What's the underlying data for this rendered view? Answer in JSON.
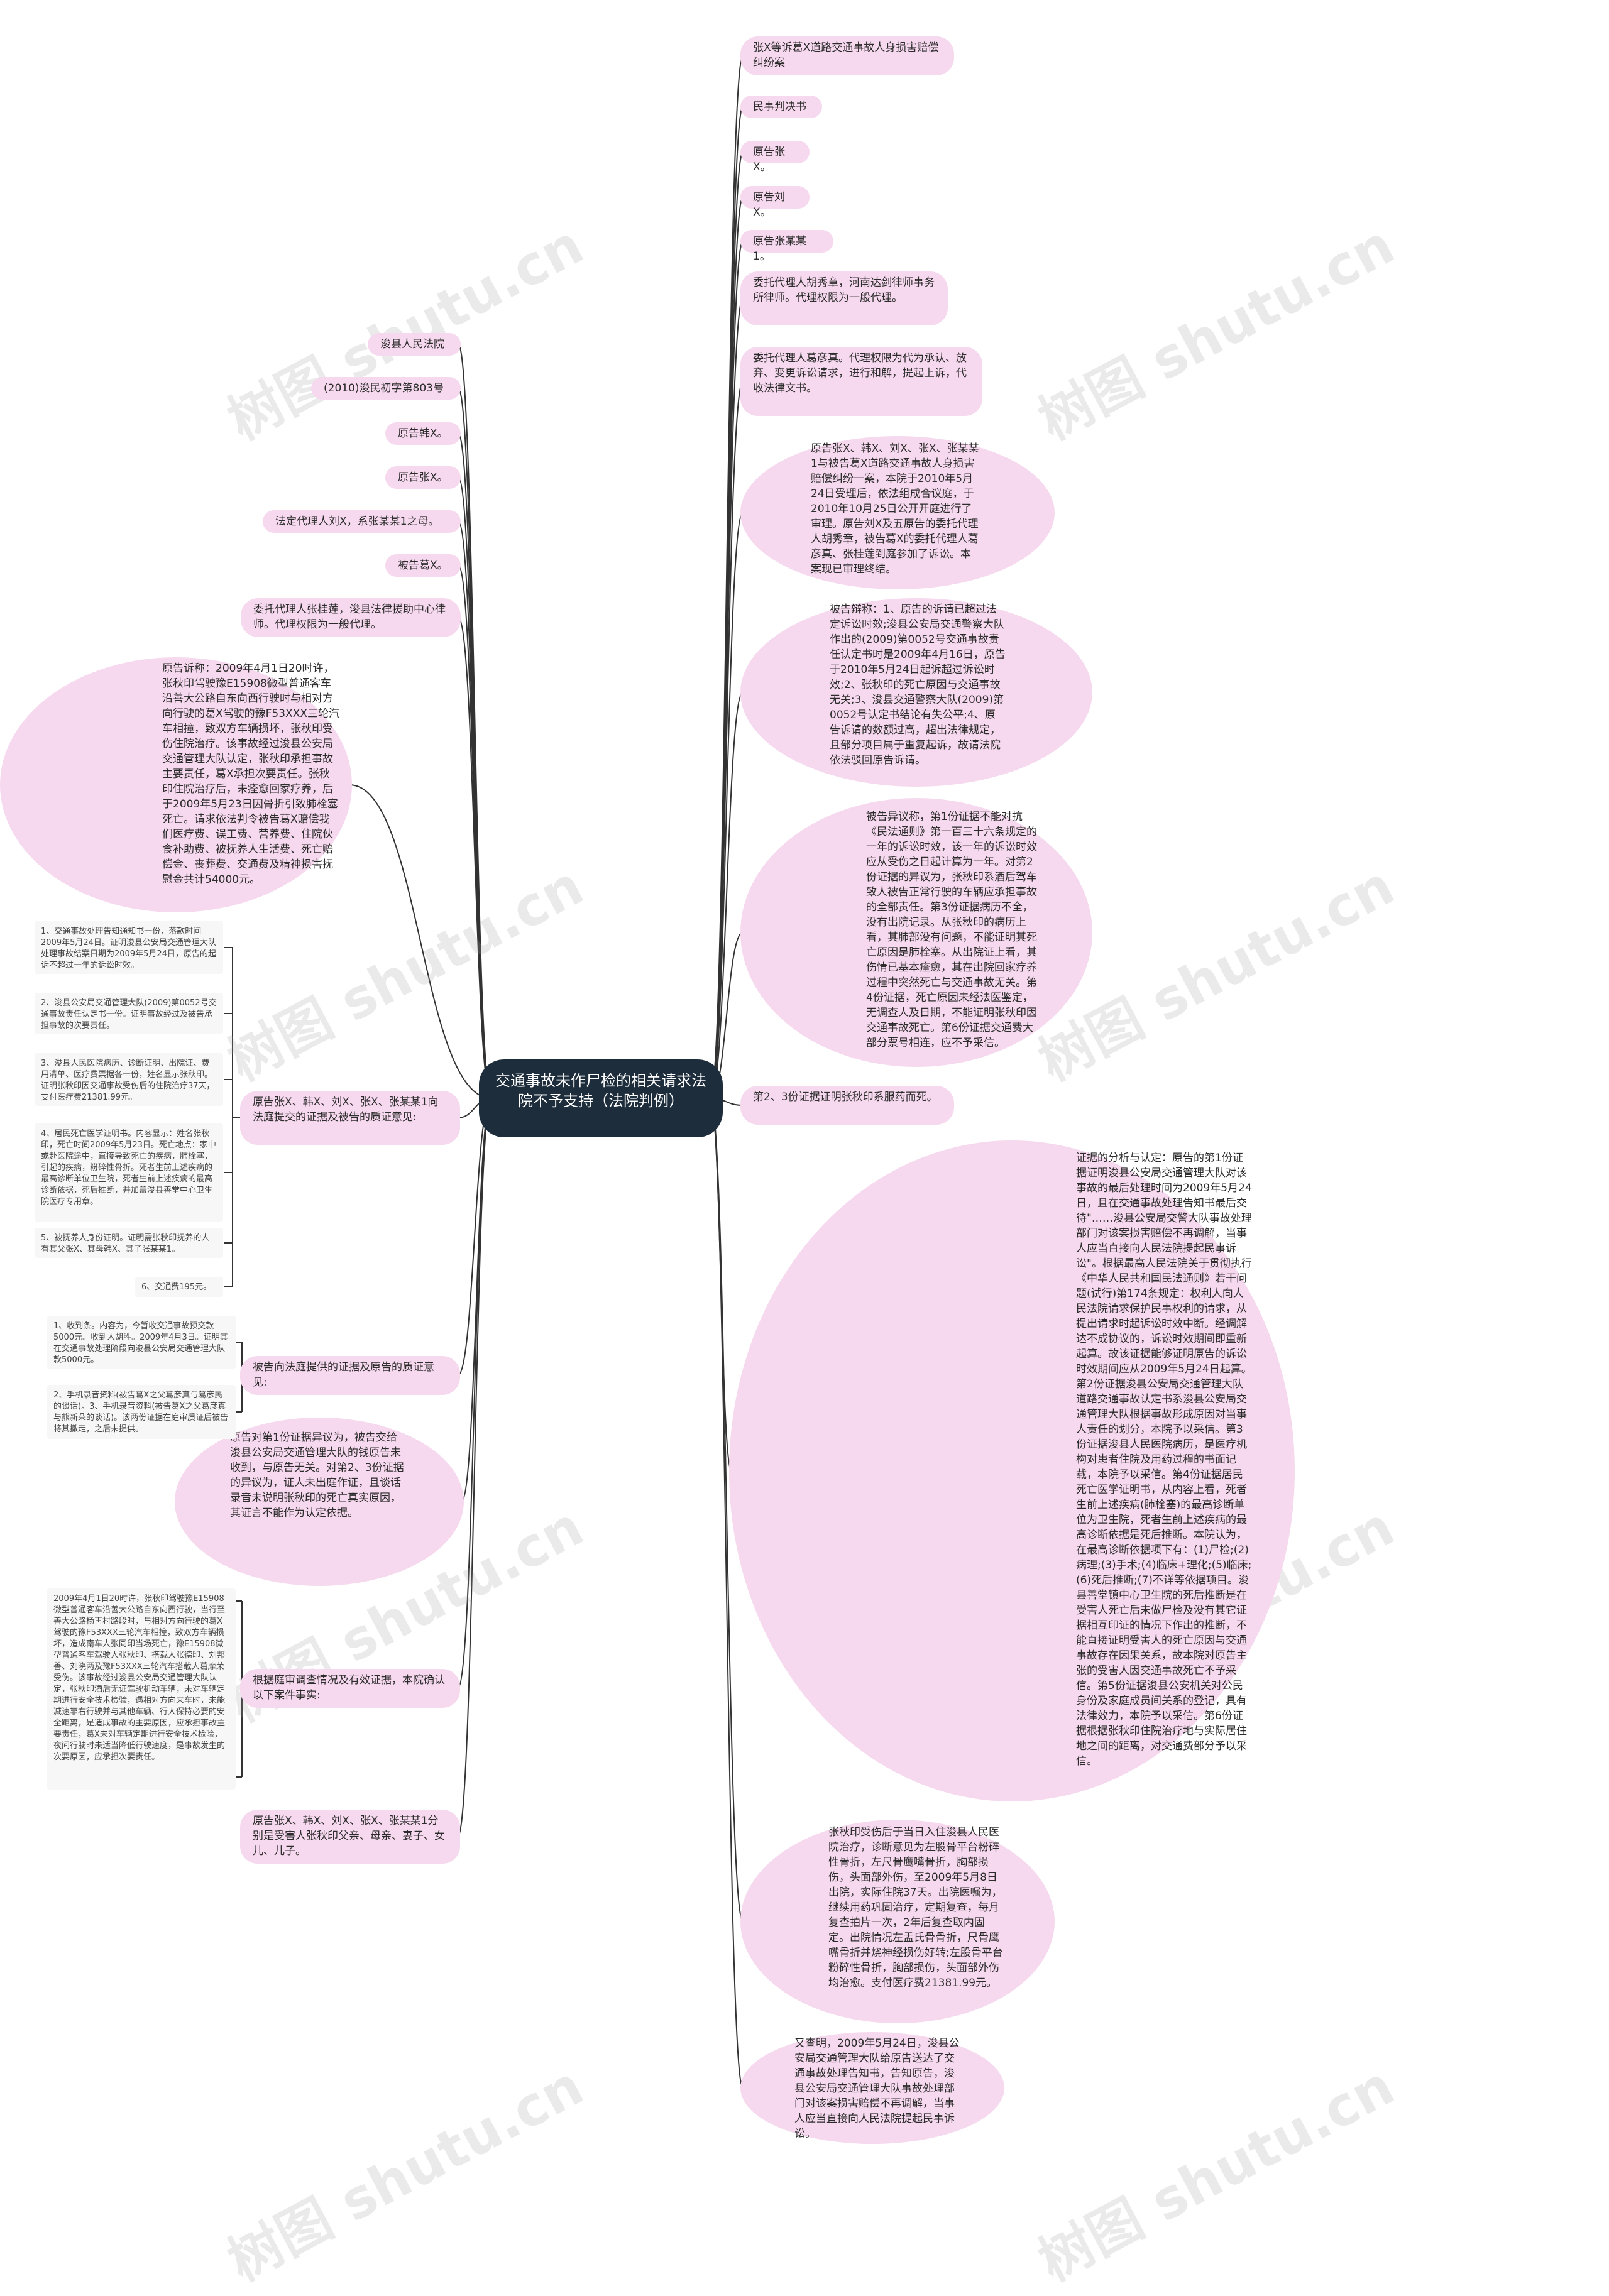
{
  "center": "交通事故未作尸检的相关请求法院不予支持（法院判例）",
  "right_nodes": [
    "张X等诉葛X道路交通事故人身损害赔偿纠纷案",
    "民事判决书",
    "原告张X。",
    "原告刘X。",
    "原告张某某1。",
    "委托代理人胡秀章，河南达剑律师事务所律师。代理权限为一般代理。",
    "委托代理人葛彦真。代理权限为代为承认、放弃、变更诉讼请求，进行和解，提起上诉，代收法律文书。",
    "原告张X、韩X、刘X、张X、张某某1与被告葛X道路交通事故人身损害赔偿纠纷一案，本院于2010年5月24日受理后，依法组成合议庭，于2010年10月25日公开开庭进行了审理。原告刘X及五原告的委托代理人胡秀章，被告葛X的委托代理人葛彦真、张桂莲到庭参加了诉讼。本案现已审理终结。",
    "被告辩称：1、原告的诉请已超过法定诉讼时效;浚县公安局交通警察大队作出的(2009)第0052号交通事故责任认定书时是2009年4月16日，原告于2010年5月24日起诉超过诉讼时效;2、张秋印的死亡原因与交通事故无关;3、浚县交通警察大队(2009)第0052号认定书结论有失公平;4、原告诉请的数额过高，超出法律规定，且部分项目属于重复起诉，故请法院依法驳回原告诉请。",
    "被告异议称，第1份证据不能对抗《民法通则》第一百三十六条规定的一年的诉讼时效，该一年的诉讼时效应从受伤之日起计算为一年。对第2份证据的异议为，张秋印系酒后驾车致人被告正常行驶的车辆应承担事故的全部责任。第3份证据病历不全，没有出院记录。从张秋印的病历上看，其肺部没有问题，不能证明其死亡原因是肺栓塞。从出院证上看，其伤情已基本痊愈，其在出院回家疗养过程中突然死亡与交通事故无关。第4份证据，死亡原因未经法医鉴定，无调查人及日期，不能证明张秋印因交通事故死亡。第6份证据交通费大部分票号相连，应不予采信。",
    "第2、3份证据证明张秋印系服药而死。",
    "证据的分析与认定：原告的第1份证据证明浚县公安局交通管理大队对该事故的最后处理时间为2009年5月24日，且在交通事故处理告知书最后交待\"……浚县公安局交警大队事故处理部门对该案损害赔偿不再调解，当事人应当直接向人民法院提起民事诉讼\"。根据最高人民法院关于贯彻执行《中华人民共和国民法通则》若干问题(试行)第174条规定：权利人向人民法院请求保护民事权利的请求，从提出请求时起诉讼时效中断。经调解达不成协议的，诉讼时效期间即重新起算。故该证据能够证明原告的诉讼时效期间应从2009年5月24日起算。第2份证据浚县公安局交通管理大队道路交通事故认定书系浚县公安局交通管理大队根据事故形成原因对当事人责任的划分，本院予以采信。第3份证据浚县人民医院病历，是医疗机构对患者住院及用药过程的书面记载，本院予以采信。第4份证据居民死亡医学证明书，从内容上看，死者生前上述疾病(肺栓塞)的最高诊断单位为卫生院，死者生前上述疾病的最高诊断依据是死后推断。本院认为，在最高诊断依据项下有：(1)尸检;(2)病理;(3)手术;(4)临床+理化;(5)临床;(6)死后推断;(7)不详等依据项目。浚县善堂镇中心卫生院的死后推断是在受害人死亡后未做尸检及没有其它证据相互印证的情况下作出的推断，不能直接证明受害人的死亡原因与交通事故存在因果关系，故本院对原告主张的受害人因交通事故死亡不予采信。第5份证据浚县公安机关对公民身份及家庭成员间关系的登记，具有法律效力，本院予以采信。第6份证据根据张秋印住院治疗地与实际居住地之间的距离，对交通费部分予以采信。",
    "张秋印受伤后于当日入住浚县人民医院治疗，诊断意见为左股骨平台粉碎性骨折，左尺骨鹰嘴骨折，胸部损伤，头面部外伤，至2009年5月8日出院，实际住院37天。出院医嘱为，继续用药巩固治疗，定期复查，每月复查拍片一次，2年后复查取内固定。出院情况左盂氏骨骨折，尺骨鹰嘴骨折并烧神经损伤好转;左股骨平台粉碎性骨折，胸部损伤，头面部外伤均治愈。支付医疗费21381.99元。",
    "又查明，2009年5月24日，浚县公安局交通管理大队给原告送达了交通事故处理告知书，告知原告，浚县公安局交通管理大队事故处理部门对该案损害赔偿不再调解，当事人应当直接向人民法院提起民事诉讼。"
  ],
  "left_nodes": [
    "浚县人民法院",
    "(2010)浚民初字第803号",
    "原告韩X。",
    "原告张X。",
    "法定代理人刘X，系张某某1之母。",
    "被告葛X。",
    "委托代理人张桂莲，浚县法律援助中心律师。代理权限为一般代理。",
    "原告诉称：2009年4月1日20时许，张秋印驾驶豫E15908微型普通客车沿善大公路自东向西行驶时与相对方向行驶的葛X驾驶的豫F53XXX三轮汽车相撞，致双方车辆损坏，张秋印受伤住院治疗。该事故经过浚县公安局交通管理大队认定，张秋印承担事故主要责任，葛X承担次要责任。张秋印住院治疗后，未痊愈回家疗养，后于2009年5月23日因骨折引致肺栓塞死亡。请求依法判令被告葛X赔偿我们医疗费、误工费、营养费、住院伙食补助费、被抚养人生活费、死亡赔偿金、丧葬费、交通费及精神损害抚慰金共计54000元。",
    "原告张X、韩X、刘X、张X、张某某1向法庭提交的证据及被告的质证意见:",
    "被告向法庭提供的证据及原告的质证意见:",
    "原告对第1份证据异议为，被告交给浚县公安局交通管理大队的钱原告未收到，与原告无关。对第2、3份证据的异议为，证人未出庭作证，且谈话录音未说明张秋印的死亡真实原因，其证言不能作为认定依据。",
    "根据庭审调查情况及有效证据，本院确认以下案件事实:",
    "原告张X、韩X、刘X、张X、张某某1分别是受害人张秋印父亲、母亲、妻子、女儿、儿子。"
  ],
  "evidence_plaintiff": [
    "1、交通事故处理告知通知书一份，落款时间2009年5月24日。证明浚县公安局交通管理大队处理事故结案日期为2009年5月24日，原告的起诉不超过一年的诉讼时效。",
    "2、浚县公安局交通管理大队(2009)第0052号交通事故责任认定书一份。证明事故经过及被告承担事故的次要责任。",
    "3、浚县人民医院病历、诊断证明、出院证、费用清单、医疗费票据各一份，姓名显示张秋印。证明张秋印因交通事故受伤后的住院治疗37天，支付医疗费21381.99元。",
    "4、居民死亡医学证明书。内容显示：姓名张秋印，死亡时间2009年5月23日。死亡地点：家中或赴医院途中，直接导致死亡的疾病，肺栓塞，引起的疾病，粉碎性骨折。死者生前上述疾病的最高诊断单位卫生院，死者生前上述疾病的最高诊断依据，死后推断，并加盖浚县善堂中心卫生院医疗专用章。",
    "5、被抚养人身份证明。证明需张秋印抚养的人有其父张X、其母韩X、其子张某某1。",
    "6、交通费195元。"
  ],
  "evidence_defendant": [
    "1、收到条。内容为，今暂收交通事故预交款5000元。收到人胡胜。2009年4月3日。证明其在交通事故处理阶段向浚县公安局交通管理大队款5000元。",
    "2、手机录音资料(被告葛X之父葛彦真与葛彦民的谈话)。3、手机录音资料(被告葛X之父葛彦真与熊新朵的谈话)。该两份证据在庭审质证后被告将其撤走，之后未提供。"
  ],
  "facts_leaf": "2009年4月1日20时许，张秋印驾驶豫E15908微型普通客车沿善大公路自东向西行驶，当行至善大公路杨再村路段时，与相对方向行驶的葛X驾驶的豫F53XXX三轮汽车相撞，致双方车辆损坏，造成南车人张同印当场死亡，豫E15908微型普通客车驾驶人张秋印、搭载人张德印、刘邦善、刘晓两及豫F53XXX三轮汽车搭载人葛摩荣受伤。该事故经过浚县公安局交通管理大队认定，张秋印酒后无证驾驶机动车辆，未对车辆定期进行安全技术检验，遇相对方向来车时，未能减速靠右行驶并与其他车辆、行人保持必要的安全距离，是造成事故的主要原因，应承担事故主要责任，葛X未对车辆定期进行安全技术检验，夜间行驶时未适当降低行驶速度，是事故发生的次要原因，应承担次要责任。",
  "watermark": "树图 shutu.cn",
  "colors": {
    "center_bg": "#1e2d3b",
    "node_bg": "#f6d9ee",
    "leaf_bg": "#f7f7f7",
    "line": "#333333"
  }
}
